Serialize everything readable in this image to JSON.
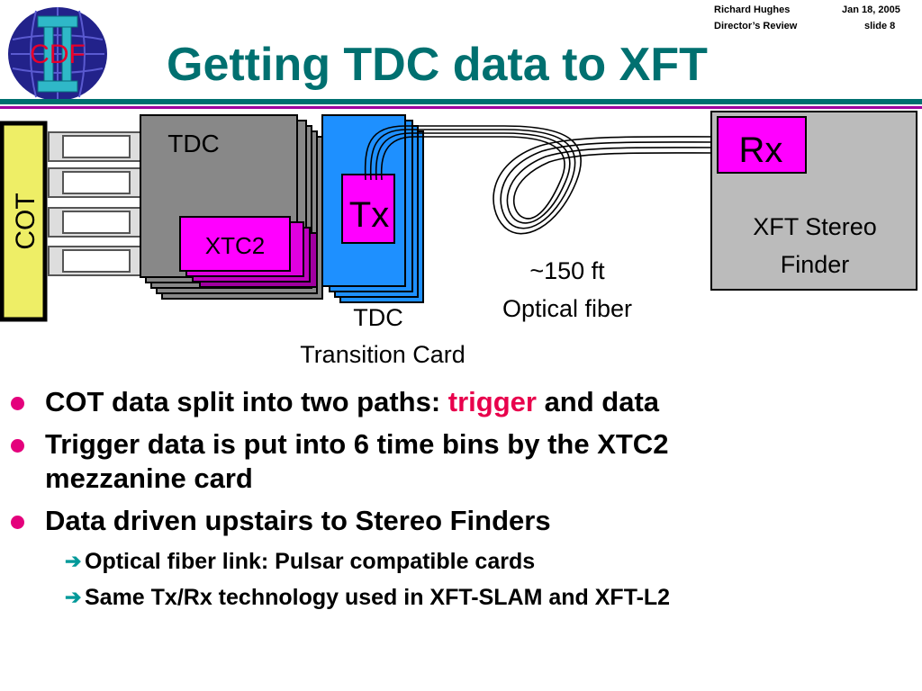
{
  "header": {
    "author": "Richard Hughes",
    "event": "Director’s  Review",
    "date": "Jan 18, 2005",
    "slide": "slide 8"
  },
  "logo": {
    "text": "CDF"
  },
  "title": "Getting TDC data to XFT",
  "diagram": {
    "cot_label": "COT",
    "tdc_label": "TDC",
    "xtc2_label": "XTC2",
    "tx_label": "Tx",
    "rx_label": "Rx",
    "xft_label_line1": "XFT Stereo",
    "xft_label_line2": "Finder",
    "fiber_label_line1": "~150 ft",
    "fiber_label_line2": "Optical fiber",
    "transition_label_line1": "TDC",
    "transition_label_line2": "Transition Card"
  },
  "bullets": [
    {
      "pre": "COT data split into two paths: ",
      "highlight": "trigger",
      "post": " and data"
    },
    {
      "line1": "Trigger data is put into 6 time bins by the XTC2",
      "line2": "mezzanine card"
    },
    {
      "text": "Data driven upstairs to Stereo Finders"
    }
  ],
  "subbullets": [
    {
      "text": "Optical fiber link: Pulsar compatible cards"
    },
    {
      "text": "Same Tx/Rx technology used in XFT-SLAM and XFT-L2"
    }
  ],
  "colors": {
    "title": "#007070",
    "rule_purple": "#a000a0",
    "bullet_dot": "#e4007c",
    "highlight": "#e8004c",
    "sub_arrow": "#009999",
    "magenta_box": "#ff00ff",
    "cyan_card": "#1e90ff",
    "cot_fill": "#eeee66"
  }
}
